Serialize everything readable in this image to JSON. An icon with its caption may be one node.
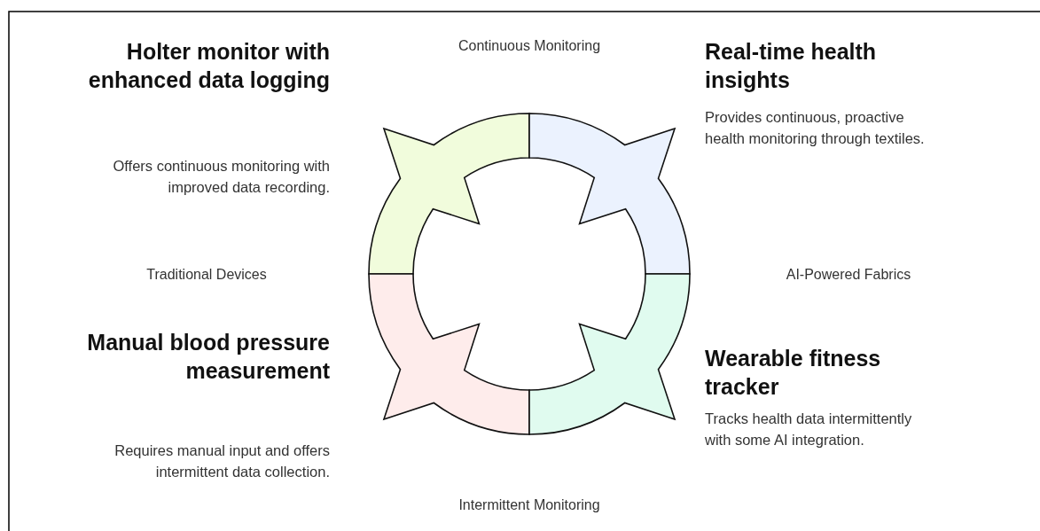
{
  "diagram": {
    "nodes": [
      {
        "text": [],
        "shape": "arc",
        "beside": [
          "Holter monitor with enhanced data logging",
          "Offers continuous monitoring with improved data recording."
        ]
      },
      {
        "text": [],
        "shape": "arc",
        "beside": [
          "Real-time health insights",
          "Provides continuous, proactive health monitoring through textiles."
        ]
      },
      {
        "text": [],
        "shape": "arc",
        "beside": [
          "Manual blood pressure measurement",
          "Requires manual input and offers intermittent data collection."
        ]
      },
      {
        "text": [],
        "shape": "arc",
        "beside": [
          "Wearable fitness tracker",
          "Tracks health data intermittently with some AI integration."
        ]
      }
    ],
    "labels": [
      "Continuous Monitoring",
      "Traditional Devices",
      "AI-Powered Fabrics",
      "Intermittent Monitoring"
    ]
  }
}
